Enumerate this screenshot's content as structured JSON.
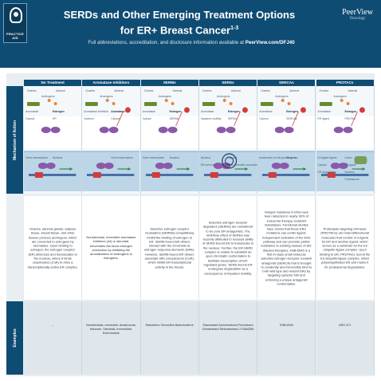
{
  "header": {
    "badge": "PRACTICE AID",
    "title_line1": "SERDs and Other Emerging Treatment Options",
    "title_line2_main": "for ER+ Breast Cancer",
    "title_line2_sup": "1-3",
    "subtitle_prefix": "Full abbreviations, accreditation, and disclosure information available at ",
    "subtitle_link": "PeerView.com/DFJ40",
    "brand_name": "PeerView",
    "brand_sub": "Oncology"
  },
  "row_labels": {
    "mechanism": "Mechanism of Action",
    "examples": "Examples"
  },
  "columns": [
    {
      "heading": "No Treatment",
      "labels": [
        "Ovaries",
        "Adrenal",
        "Androgens",
        "Estrogen",
        "Aromatase",
        "ER",
        "Cytosol",
        "Nucleus",
        "Gene transcription"
      ],
      "description": "Ovaries, adrenal glands, adipose tissue, breast tissue, and other tissues produce androgens, which are converted to estrogens by aromatase. Upon binding to estrogen, the estrogen receptor (ER) dimerizes and translocates to the nucleus, where it binds coactivators (CoA) to drive a transcriptionally active ER complex.",
      "examples": "–"
    },
    {
      "heading": "Aromatase Inhibitors",
      "labels": [
        "Ovaries",
        "Adrenal",
        "Androgens",
        "Aromatase",
        "Aromatase inhibitors",
        "Cytosol",
        "Nucleus",
        "Gene transcription"
      ],
      "description": "Nonsteroidal, reversible aromatase inhibitors (AI) or steroidal, irreversible AIs block estrogen production by inhibiting the aromatization of androgens to estrogens.",
      "examples": "Nonsteroidal, reversible: Anastrozole, letrozole. Steroidal, irreversible: Exemestane"
    },
    {
      "heading": "SERMs",
      "labels": [
        "Ovaries",
        "Adrenal",
        "Androgens",
        "Estrogen",
        "Aromatase",
        "SERMs",
        "Cytosol",
        "Nucleus",
        "Gene transcription"
      ],
      "description": "Selective estrogen receptor modulators (SERMs) competitively inhibit the binding of estrogen to ER. SERM-bound ER dimers interact with the chromatin at estrogen response elements (ERE). However, SERM-bound ER dimers associate with corepressors (CoR), which inhibit ER transcriptional activity in the breast.",
      "examples": "Raloxifene Tamoxifen Bazedoxifene"
    },
    {
      "heading": "SERDs",
      "labels": [
        "Ovaries",
        "Adrenal",
        "Androgens",
        "Estrogen",
        "Aromatase",
        "SERDs",
        "Impaired mobility",
        "Cytosol",
        "Nucleus",
        "Low chromatin accessibility",
        "ER turnover"
      ],
      "description": "Selective estrogen receptor degraders (SERDs) are considered to be pure ER antagonists. The inhibitory effect of SERDs was recently attributed to reduced ability of SERD-bound ER to translocate to the nucleus. Further, the ER-SERD complex is unable to establish an open chromatin conformation to facilitate transcription of ER-regulated genes. SERD-bound ER undergoes degradation as a consequence of impaired mobility.",
      "examples": "Elacestrant Amcenestrant Fulvestrant Giredestrant Rintodestrant LY3484356"
    },
    {
      "heading": "SERCAs",
      "labels": [
        "Ovaries",
        "Adrenal",
        "Androgens",
        "Estrogen",
        "Aromatase",
        "SERCAs",
        "Cytosol",
        "Nucleus",
        "Inactivation of cell growth genes"
      ],
      "description": "Hotspot mutations in ERα have been detected in nearly 30% of endocrine therapy–resistant metastases. Functional studies have shown that these ERα mutations can confer ligand-independent activation of the ERα pathway and can promote partial resistance to existing classes of ER-directed therapies. H3B-6545 is a first-in-class small molecule selective estrogen receptor covalent antagonist (SERCA) that is thought to covalently and irreversibly bind to both wild type and mutant ERα by targeting cysteine 530 and enforcing a unique antagonist conformation.",
      "examples": "H3B-6545"
    },
    {
      "heading": "PROTACs",
      "labels": [
        "Ovaries",
        "Adrenal",
        "Androgens",
        "Estrogen",
        "Aromatase",
        "PROTAC",
        "ER ligand",
        "Linker",
        "E3 ligase ligand",
        "E3 ligase",
        "Cytosol",
        "Nucleus",
        "ER degradation",
        "Proteasome"
      ],
      "description": "Proteolysis-targeting chimeras (PROTACs) are heterobifunctional molecules that consist of a ligand for ER and another ligand, which serves as a substrate for the E3 ubiquitin-ligase complex. Upon binding to ER, PROTACs recruit the E3 ubiquitin-ligase complex, which polyubiquitinates ER and marks it for proteasomal degradation.",
      "examples": "ARV-471"
    }
  ],
  "colors": {
    "header_bg": "#0f4c73",
    "panel_bg": "#e8eef2",
    "aromatase": "#6a8a2c",
    "estrogen": "#e8853a",
    "er": "#8a5aa8",
    "drug": "#d23c3c",
    "nucleus": "#bcd6e8"
  }
}
